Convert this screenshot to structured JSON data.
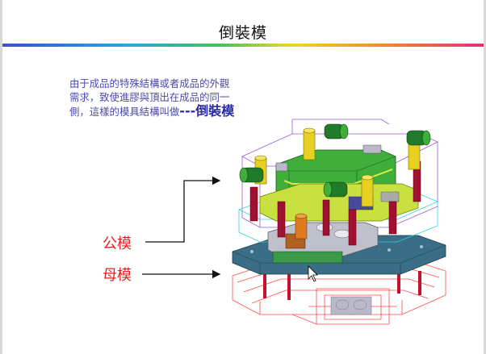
{
  "slide": {
    "title": "倒裝模",
    "description": {
      "body": "由于成品的特殊結構或者成品的外觀需求，致使進膠與頂出在成品的同一側，這樣的模具結構叫做",
      "emphasis": "---倒裝模"
    },
    "labels": {
      "male_mold": "公模",
      "female_mold": "母模"
    },
    "colors": {
      "label_red": "#e02020",
      "description_blue": "#4a4ab0"
    }
  }
}
